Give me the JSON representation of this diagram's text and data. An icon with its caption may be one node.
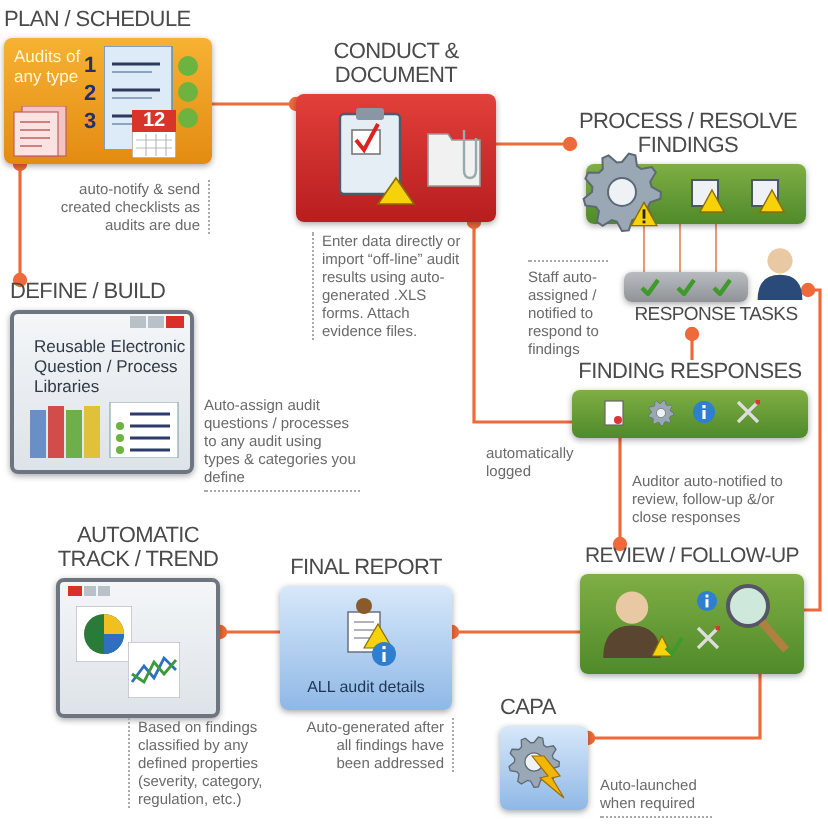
{
  "diagram": {
    "nodes": [
      {
        "text": [
          "PLAN / SCHEDULE",
          "Audits of any type",
          "1",
          "2",
          "3",
          "12"
        ],
        "beside": [
          "auto-notify & send created checklists as audits are due"
        ]
      },
      {
        "text": [
          "CONDUCT & DOCUMENT"
        ],
        "beside": [
          "Enter data directly or import “off-line” audit results using auto-generated .XLS forms. Attach evidence files."
        ]
      },
      {
        "text": [
          "DEFINE / BUILD",
          "Reusable Electronic Question / Process Libraries"
        ],
        "beside": [
          "Auto-assign audit questions / processes to any audit using types & categories you define"
        ]
      },
      {
        "text": [
          "PROCESS / RESOLVE FINDINGS"
        ],
        "beside": [
          "Staff auto-assigned / notified to respond to findings"
        ]
      },
      {
        "text": [
          "RESPONSE TASKS"
        ]
      },
      {
        "text": [
          "FINDING RESPONSES"
        ]
      },
      {
        "text": [
          "AUTOMATIC TRACK / TREND"
        ],
        "beside": [
          "Based on findings classified by any defined properties (severity, category, regulation, etc.)"
        ]
      },
      {
        "text": [
          "FINAL REPORT",
          "ALL audit details"
        ],
        "beside": [
          "Auto-generated after all findings have been addressed"
        ]
      },
      {
        "text": [
          "REVIEW / FOLLOW-UP"
        ]
      },
      {
        "text": [
          "CAPA"
        ],
        "beside": [
          "Auto-launched when required"
        ]
      }
    ],
    "edges": [
      {
        "from": 0,
        "to": 1,
        "arrow": "other"
      },
      {
        "from": 0,
        "to": 2,
        "arrow": "other"
      },
      {
        "from": 1,
        "to": 3,
        "arrow": "other"
      },
      {
        "from": 3,
        "to": 4,
        "arrow": "none"
      },
      {
        "from": 3,
        "to": 4,
        "arrow": "none"
      },
      {
        "from": 3,
        "to": 4,
        "arrow": "none"
      },
      {
        "from": 5,
        "to": 1,
        "arrow": "other",
        "label": "automatically logged"
      },
      {
        "from": 5,
        "to": 4,
        "arrow": "other"
      },
      {
        "from": 5,
        "to": 8,
        "arrow": "other",
        "label": "Auditor auto-notified to review, follow-up &/or close responses"
      },
      {
        "from": 8,
        "to": 4,
        "arrow": "other"
      },
      {
        "from": 8,
        "to": 7,
        "arrow": "other"
      },
      {
        "from": 7,
        "to": 6,
        "arrow": "other"
      },
      {
        "from": 8,
        "to": 9,
        "arrow": "other"
      }
    ]
  }
}
